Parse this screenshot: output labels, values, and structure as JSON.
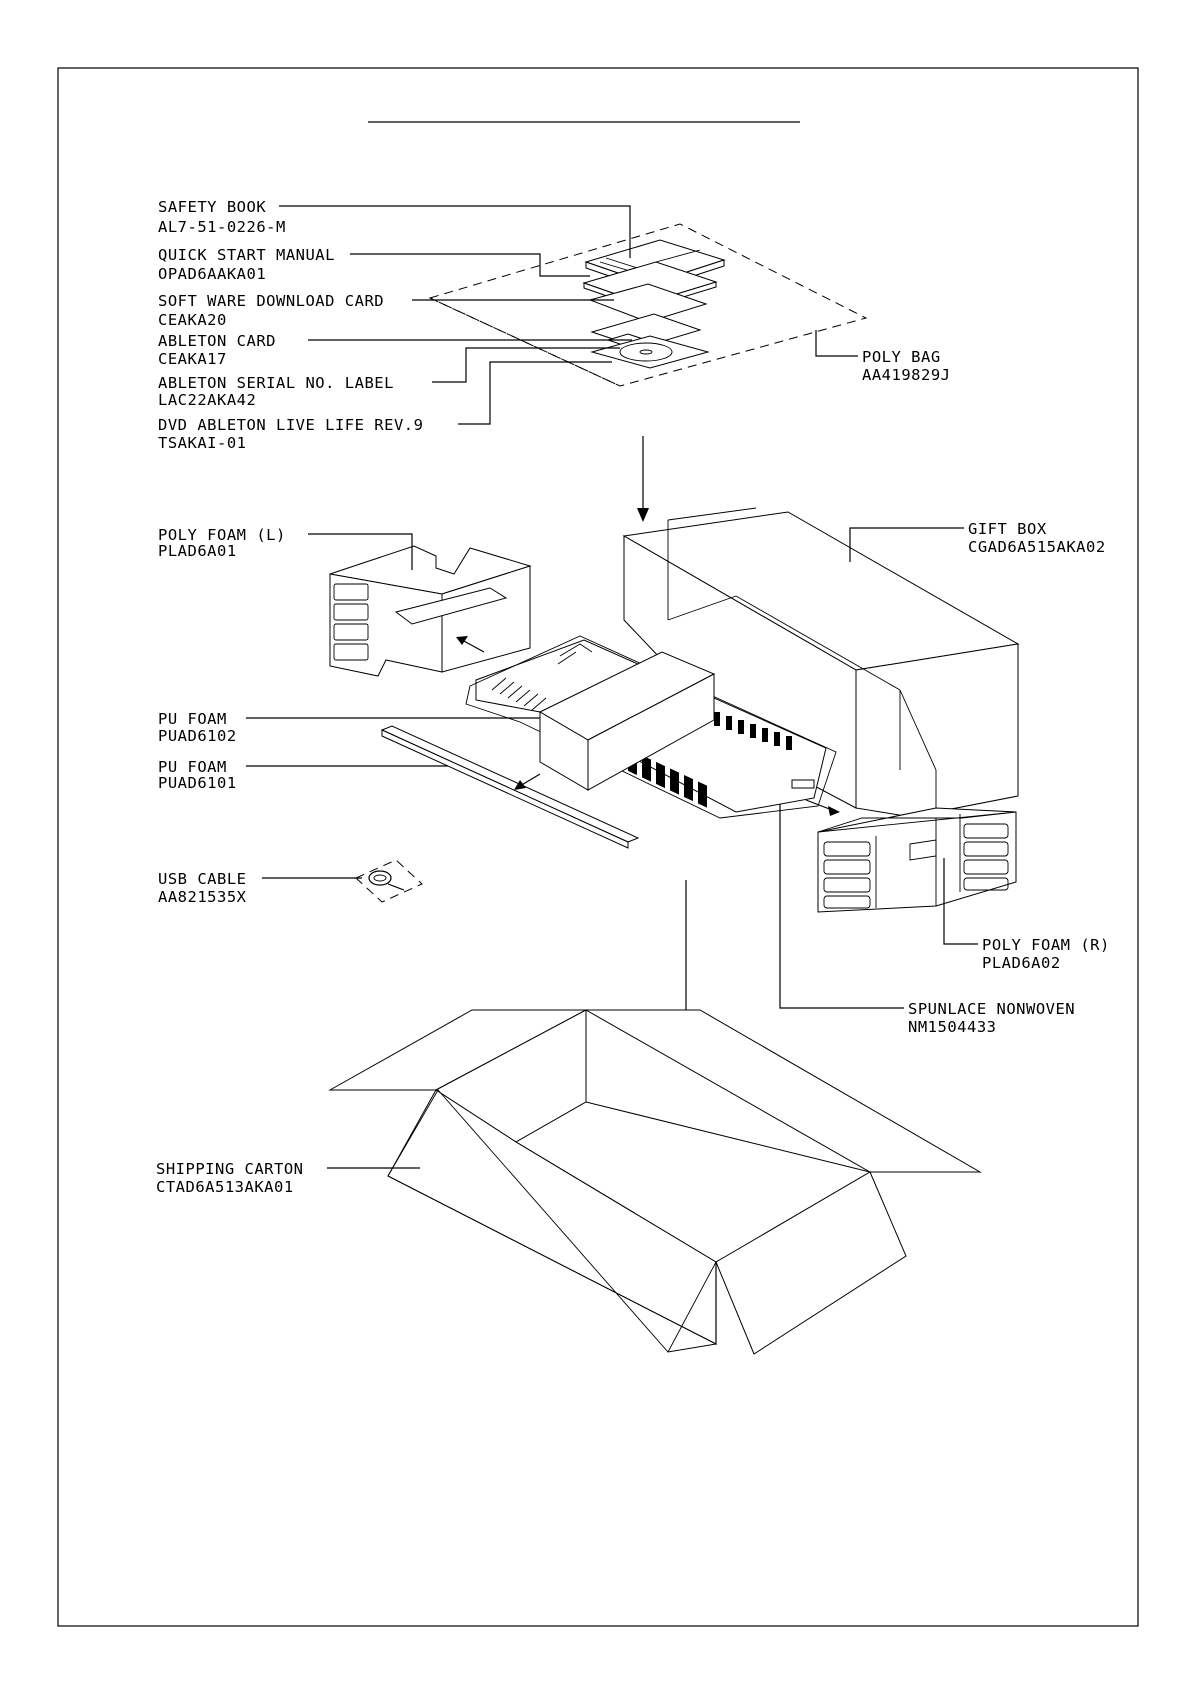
{
  "title": "",
  "parts": {
    "safety_book": {
      "name": "SAFETY BOOK",
      "code": "AL7-51-0226-M"
    },
    "quick_start_manual": {
      "name": "QUICK START MANUAL",
      "code": "OPAD6AAKA01"
    },
    "software_download_card": {
      "name": "SOFT WARE DOWNLOAD CARD",
      "code": "CEAKA20"
    },
    "ableton_card": {
      "name": "ABLETON CARD",
      "code": "CEAKA17"
    },
    "ableton_serial_label": {
      "name": "ABLETON SERIAL NO. LABEL",
      "code": "LAC22AKA42"
    },
    "dvd_ableton": {
      "name": "DVD ABLETON LIVE LIFE REV.9",
      "code": "TSAKAI-01"
    },
    "poly_bag": {
      "name": "POLY BAG",
      "code": "AA419829J"
    },
    "poly_foam_left": {
      "name": "POLY FOAM (L)",
      "code": "PLAD6A01"
    },
    "gift_box": {
      "name": "GIFT BOX",
      "code": "CGAD6A515AKA02"
    },
    "pu_foam_1": {
      "name": "PU FOAM",
      "code": "PUAD6102"
    },
    "pu_foam_2": {
      "name": "PU FOAM",
      "code": "PUAD6101"
    },
    "usb_cable": {
      "name": "USB CABLE",
      "code": "AA821535X"
    },
    "poly_foam_right": {
      "name": "POLY FOAM (R)",
      "code": "PLAD6A02"
    },
    "spunlace_nonwoven": {
      "name": "SPUNLACE NONWOVEN",
      "code": "NM1504433"
    },
    "shipping_carton": {
      "name": "SHIPPING CARTON",
      "code": "CTAD6A513AKA01"
    }
  }
}
